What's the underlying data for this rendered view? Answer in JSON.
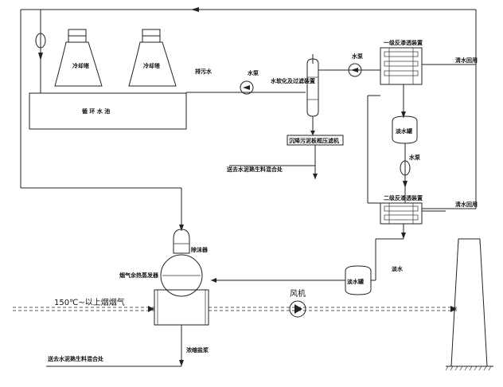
{
  "labels": {
    "cooling_tower_1": "冷却塔",
    "cooling_tower_2": "冷却塔",
    "circulating_pool": "循 环 水 池",
    "drain_water": "排污水",
    "pump_1": "水泵",
    "softening_filter": "水软化及过滤装置",
    "pump_2": "水泵",
    "primary_ro": "一级反渗透装置",
    "reuse_1": "清水回用",
    "sludge_filter_press": "沉降污泥板框压滤机",
    "fresh_tank_1": "淡水罐",
    "pump_3": "水泵",
    "to_cement_1": "送去水泥熟生料混合处",
    "secondary_ro": "二级反渗透装置",
    "reuse_2": "清水回用",
    "demister": "除沫器",
    "evaporator": "烟气余热蒸发器",
    "fresh_water": "淡水",
    "fresh_tank_2": "淡水罐",
    "flue_gas": "150℃~以上烟烟气",
    "fan": "风机",
    "concentrated_slurry": "浓缩盐浆",
    "to_cement_2": "送去水泥熟生料混合处"
  }
}
